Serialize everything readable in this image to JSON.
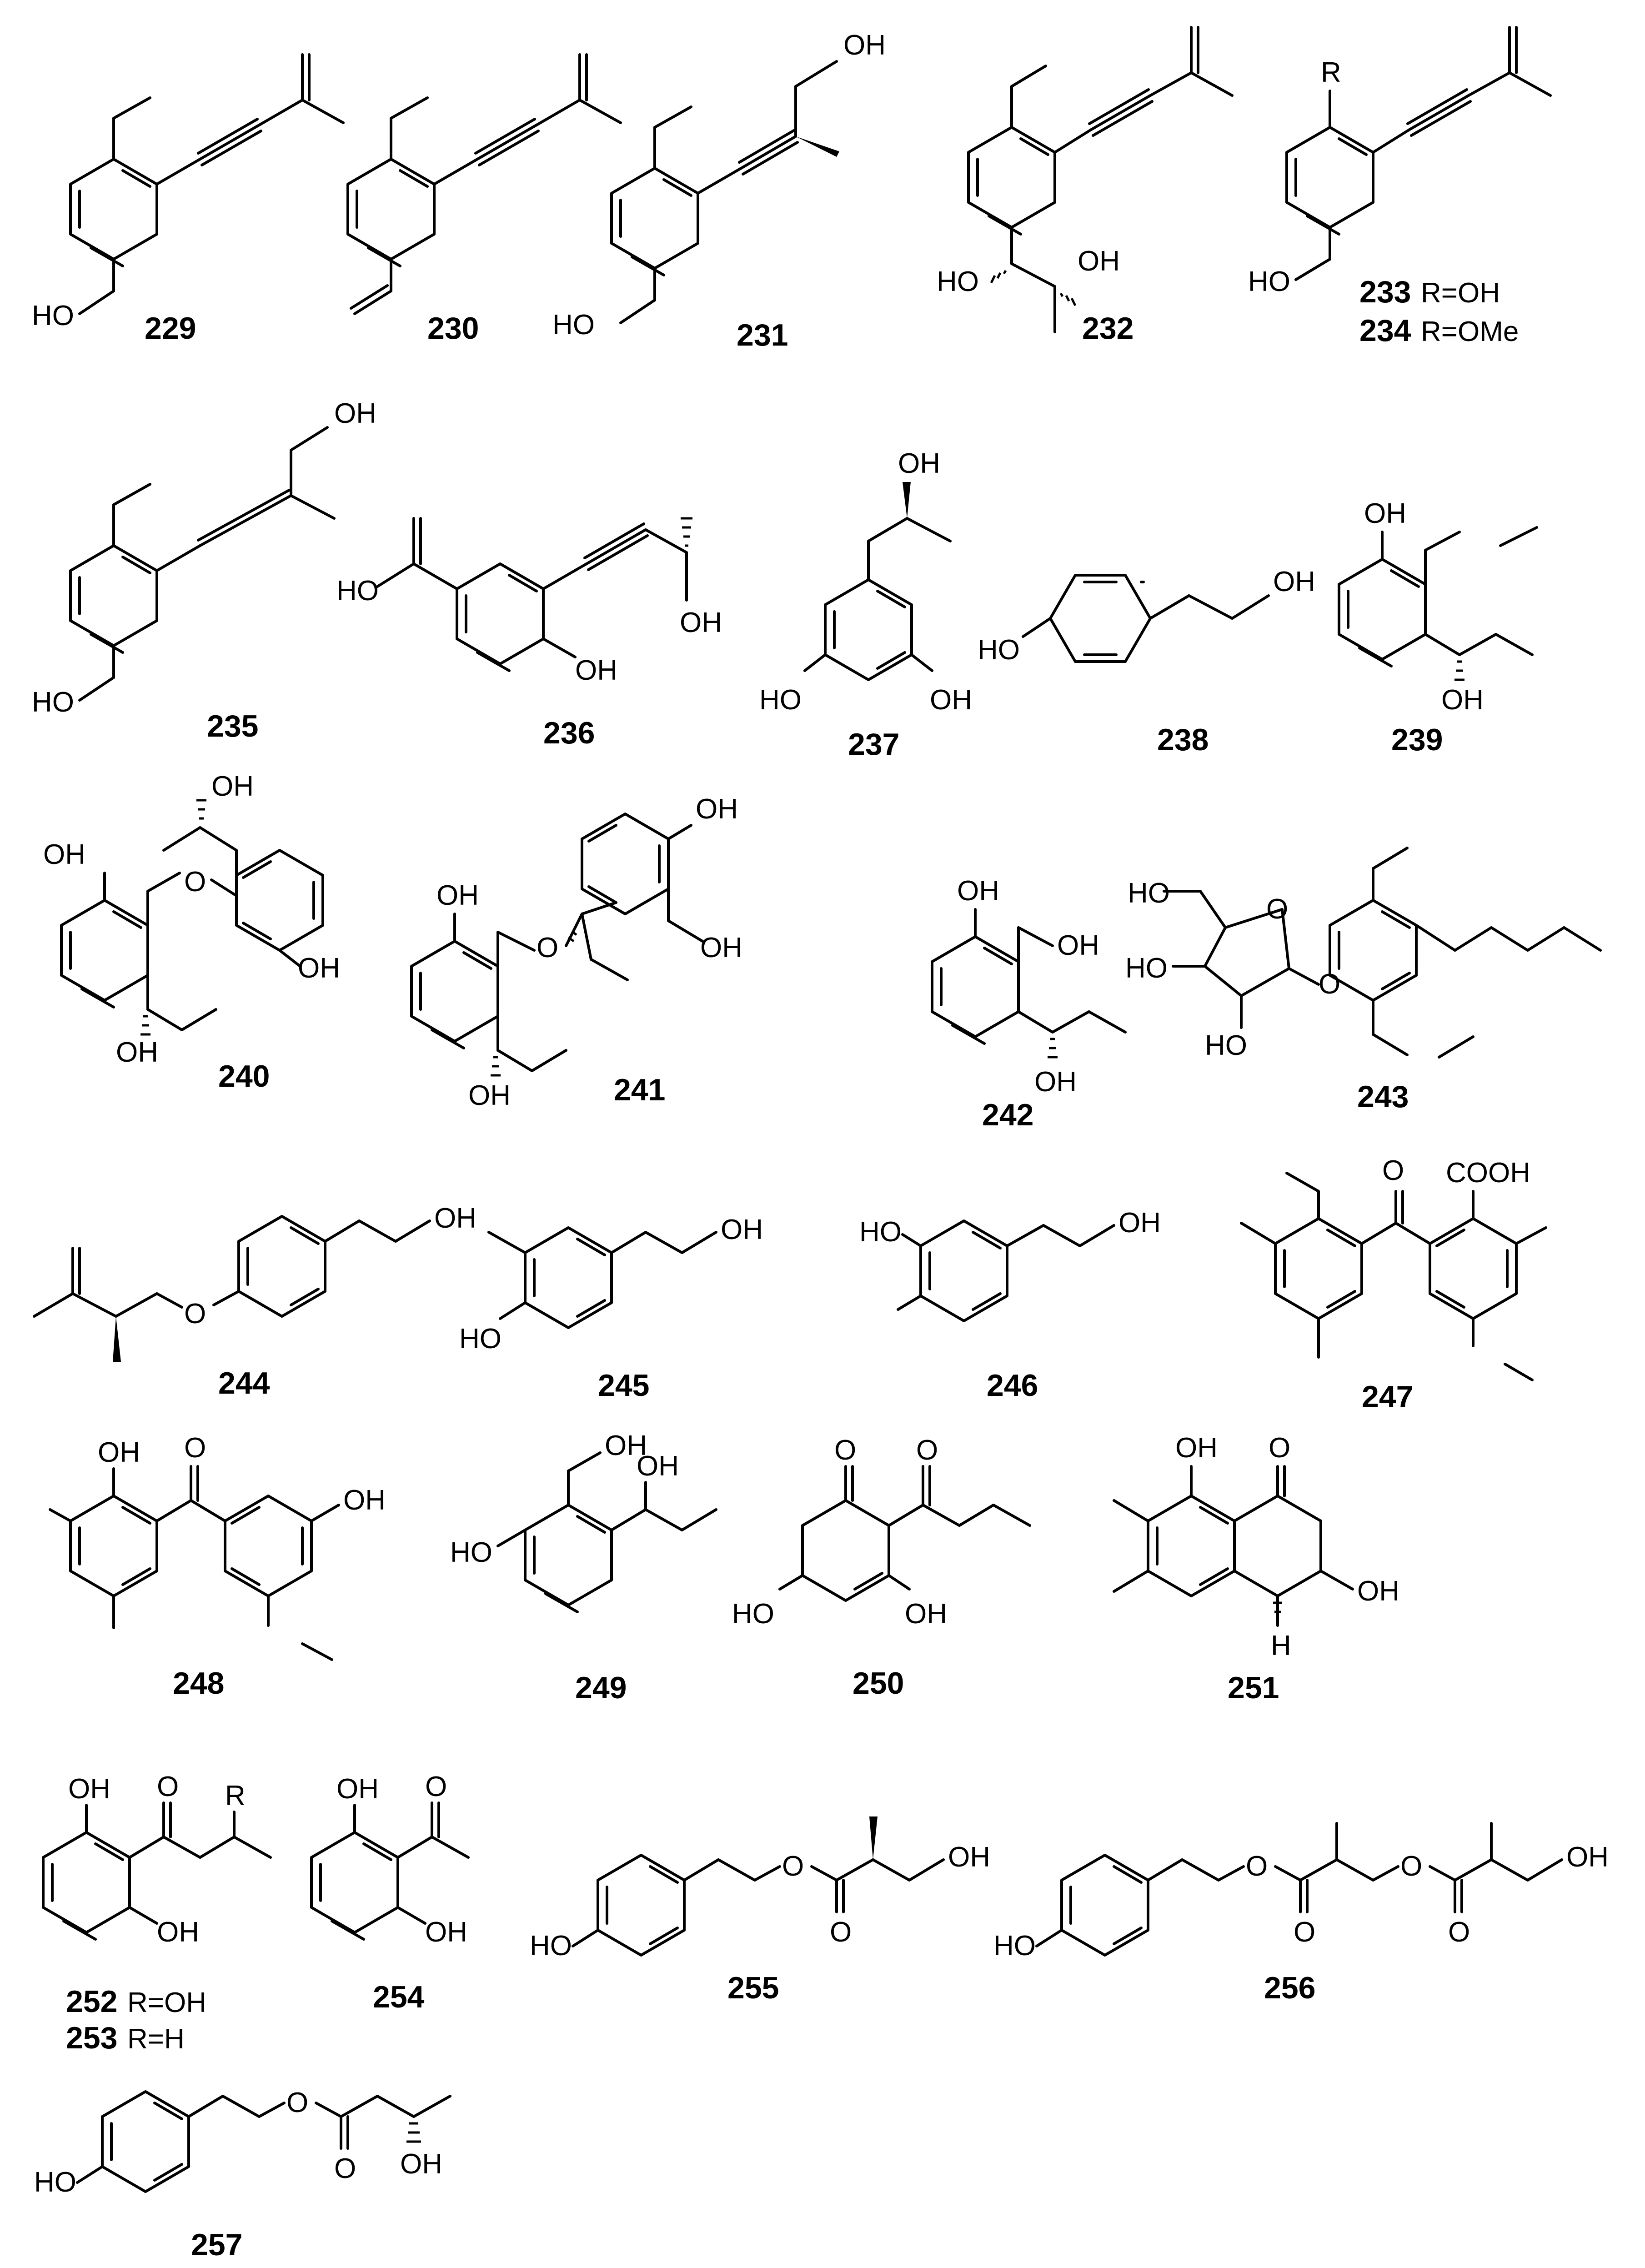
{
  "figure": {
    "compounds": [
      {
        "id": "229",
        "labels": [
          "HO"
        ]
      },
      {
        "id": "230",
        "labels": []
      },
      {
        "id": "231",
        "labels": [
          "OH",
          "HO"
        ]
      },
      {
        "id": "232",
        "labels": [
          "HO",
          "OH"
        ]
      },
      {
        "id": "233",
        "labels": [
          "R",
          "HO"
        ],
        "caption": "R=OH"
      },
      {
        "id": "234",
        "labels": [],
        "caption": "R=OMe"
      },
      {
        "id": "235",
        "labels": [
          "OH",
          "HO"
        ]
      },
      {
        "id": "236",
        "labels": [
          "HO",
          "OH",
          "OH"
        ]
      },
      {
        "id": "237",
        "labels": [
          "OH",
          "HO",
          "OH"
        ]
      },
      {
        "id": "238",
        "labels": [
          "OH",
          "HO"
        ]
      },
      {
        "id": "239",
        "labels": [
          "OH",
          "OH"
        ]
      },
      {
        "id": "240",
        "labels": [
          "OH",
          "OH",
          "O",
          "OH",
          "OH"
        ]
      },
      {
        "id": "241",
        "labels": [
          "OH",
          "OH",
          "OH",
          "O",
          "OH"
        ]
      },
      {
        "id": "242",
        "labels": [
          "OH",
          "OH",
          "OH"
        ]
      },
      {
        "id": "243",
        "labels": [
          "HO",
          "HO",
          "O",
          "HO",
          "O"
        ]
      },
      {
        "id": "244",
        "labels": [
          "OH",
          "O"
        ]
      },
      {
        "id": "245",
        "labels": [
          "OH",
          "HO"
        ]
      },
      {
        "id": "246",
        "labels": [
          "HO",
          "OH"
        ]
      },
      {
        "id": "247",
        "labels": [
          "O",
          "COOH"
        ]
      },
      {
        "id": "248",
        "labels": [
          "OH",
          "O",
          "OH"
        ]
      },
      {
        "id": "249",
        "labels": [
          "OH",
          "OH",
          "HO"
        ]
      },
      {
        "id": "250",
        "labels": [
          "O",
          "O",
          "HO",
          "OH"
        ]
      },
      {
        "id": "251",
        "labels": [
          "OH",
          "O",
          "OH",
          "H"
        ]
      },
      {
        "id": "252",
        "labels": [
          "OH",
          "O",
          "R",
          "OH"
        ],
        "caption": "R=OH"
      },
      {
        "id": "253",
        "labels": [],
        "caption": "R=H"
      },
      {
        "id": "254",
        "labels": [
          "OH",
          "O",
          "OH"
        ]
      },
      {
        "id": "255",
        "labels": [
          "O",
          "OH",
          "O",
          "HO"
        ]
      },
      {
        "id": "256",
        "labels": [
          "O",
          "O",
          "OH",
          "O",
          "O",
          "HO"
        ]
      },
      {
        "id": "257",
        "labels": [
          "O",
          "O",
          "OH",
          "HO"
        ]
      }
    ]
  },
  "colors": {
    "ink": "#000000",
    "background": "#ffffff"
  }
}
